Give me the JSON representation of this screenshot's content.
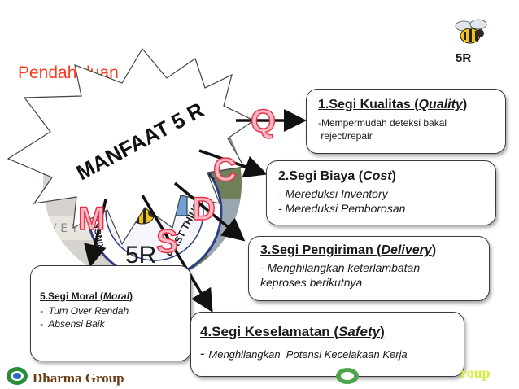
{
  "title": "Pendahuluan",
  "burst_text": "MANFAAT 5 R",
  "logo_label": "5R",
  "wheel": {
    "center_label": "5R",
    "slogan_right": "FIRST THING FIRST",
    "slogan_left": "RINGKAS"
  },
  "letters": [
    "Q",
    "C",
    "D",
    "S",
    "M"
  ],
  "cards": {
    "quality": {
      "prefix": "1.Segi Kualitas (",
      "term": "Quality",
      "suffix": ")",
      "lines": [
        "-Mempermudah deteksi bakal",
        " reject/repair"
      ]
    },
    "cost": {
      "prefix": "2.Segi Biaya (",
      "term": "Cost",
      "suffix": ")",
      "lines": [
        "- Mereduksi Inventory",
        "- Mereduksi Pemborosan"
      ]
    },
    "delivery": {
      "prefix": "3.Segi Pengiriman (",
      "term": "Delivery",
      "suffix": ")",
      "lines": [
        "- Menghilangkan keterlambatan",
        "keproses berikutnya"
      ]
    },
    "safety": {
      "prefix": "4.Segi Keselamatan (",
      "term": "Safety",
      "suffix": ")",
      "dash": "- ",
      "line": "Menghilangkan  Potensi Kecelakaan Kerja"
    },
    "moral": {
      "prefix": "5.Segi Moral (",
      "term": "Moral",
      "suffix": ")",
      "lines": [
        "-  Turn Over Rendah",
        "-  Absensi Baik"
      ]
    }
  },
  "footer": {
    "brand": "Dharma Group",
    "partial": "roup"
  },
  "colors": {
    "title": "#ff3a1a",
    "letters": "#e8304a",
    "brand": "#6b3b16"
  }
}
